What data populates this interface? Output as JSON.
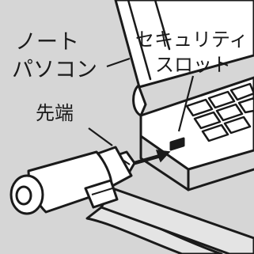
{
  "labels": {
    "laptop_line1": "ノート",
    "laptop_line2": "パソコン",
    "slot_line1": "セキュリティ",
    "slot_line2": "スロット",
    "tip": "先端"
  },
  "colors": {
    "background": "#d6d6d6",
    "outline": "#1a1a1a",
    "fill": "#ffffff",
    "cable_fill": "#e4e4e4",
    "arrow": "#1a1a1a"
  },
  "icons": {
    "laptop": "laptop-illustration",
    "lock": "security-lock-illustration",
    "arrow": "insert-arrow-icon"
  }
}
